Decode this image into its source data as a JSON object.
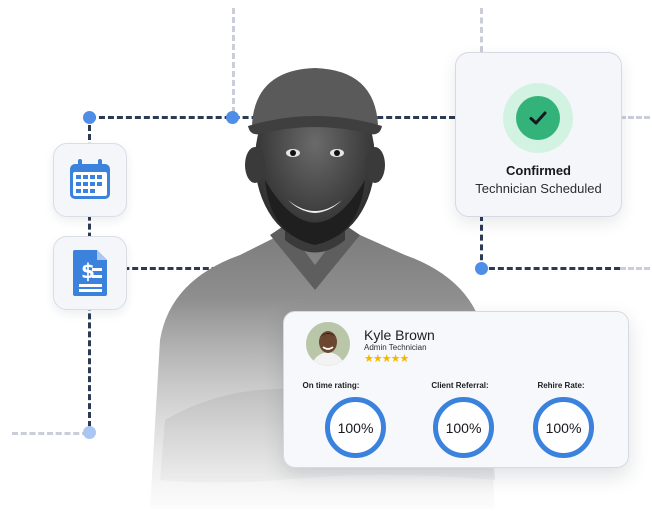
{
  "confirmation": {
    "title": "Confirmed",
    "subtitle": "Technician Scheduled"
  },
  "profile": {
    "name": "Kyle Brown",
    "role": "Admin Technician",
    "rating_stars": 5,
    "stars_text": "★★★★★",
    "metrics": [
      {
        "label": "On time rating:",
        "value": "100%"
      },
      {
        "label": "Client Referral:",
        "value": "100%"
      },
      {
        "label": "Rehire Rate:",
        "value": "100%"
      }
    ]
  },
  "icons": {
    "calendar": "calendar-icon",
    "invoice": "invoice-icon",
    "check": "checkmark-icon"
  },
  "colors": {
    "accent_blue": "#3b82dd",
    "node_blue": "#4f8ee6",
    "success_green": "#33b37a",
    "success_halo": "#d3f3e2",
    "line_dark": "#2b3a55",
    "star_gold": "#f5b800"
  }
}
